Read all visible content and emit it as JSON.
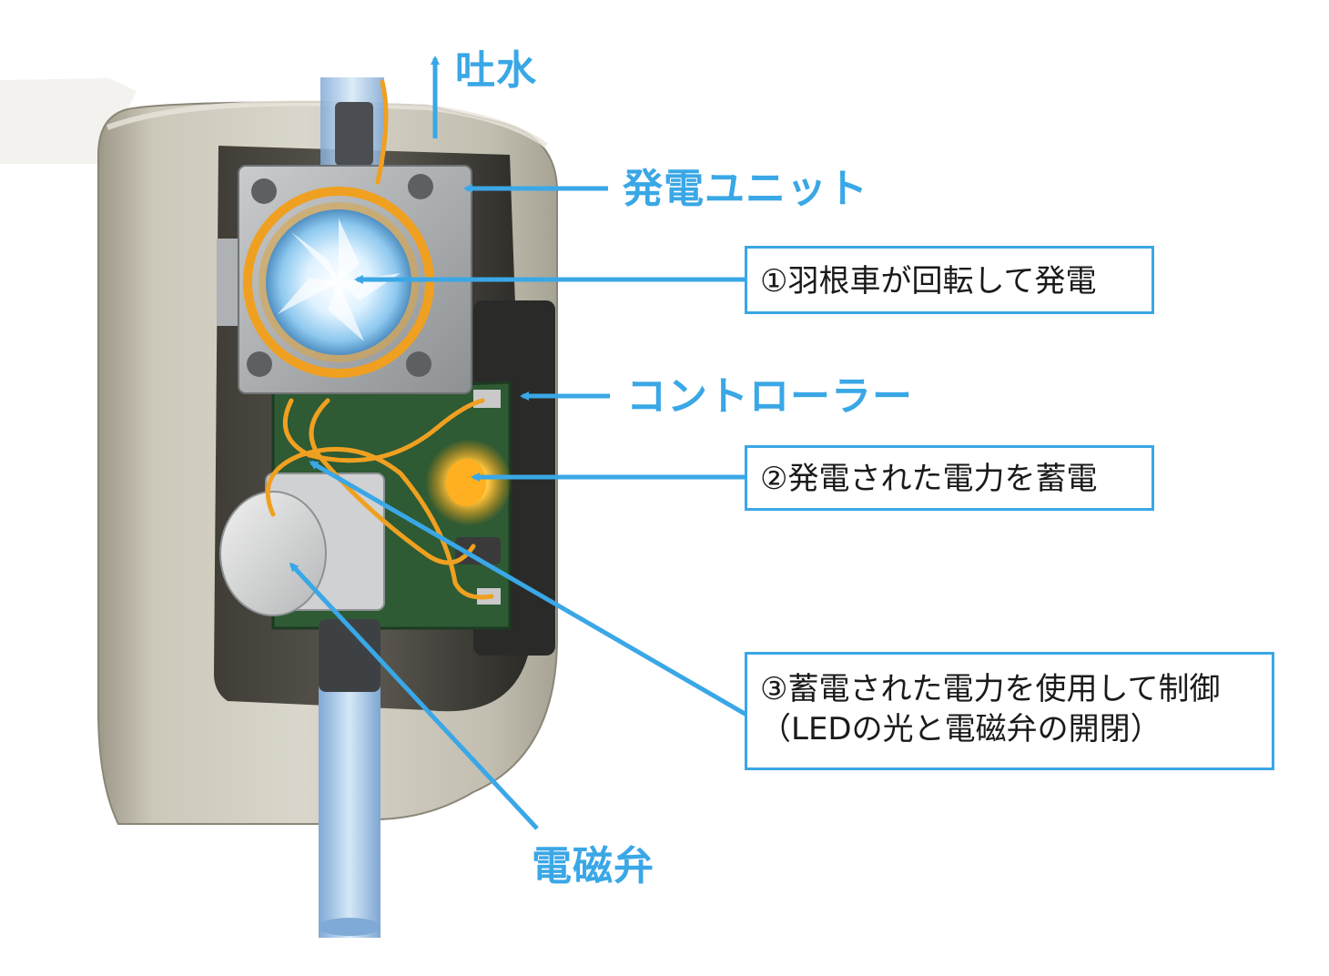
{
  "colors": {
    "accent": "#3aa7e6",
    "housing": "#c8c4b6",
    "wire": "#f0a020",
    "board": "#2e5a34",
    "water": "#a9cdee"
  },
  "labels": {
    "outlet": "吐水",
    "generator_unit": "発電ユニット",
    "controller": "コントローラー",
    "solenoid_valve": "電磁弁"
  },
  "steps": [
    {
      "text": "①羽根車が回転して発電"
    },
    {
      "text": "②発電された電力を蓄電"
    },
    {
      "lines": [
        "③蓄電された電力を使用して制御",
        "（LEDの光と電磁弁の開閉）"
      ]
    }
  ]
}
